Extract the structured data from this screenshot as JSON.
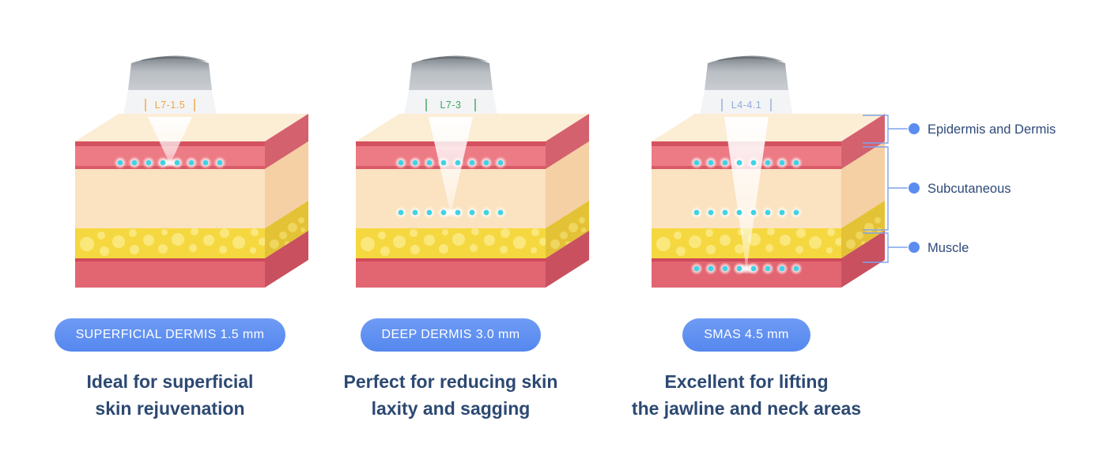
{
  "panels": [
    {
      "cartridge_label": "L7-1.5",
      "cartridge_color": "#F2A43C",
      "badge_label": "SUPERFICIAL DERMIS 1.5 mm",
      "caption_line1": "Ideal for superficial",
      "caption_line2": "skin rejuvenation",
      "focal_rows": 1,
      "focus_depth_mm": "1.5"
    },
    {
      "cartridge_label": "L7-3",
      "cartridge_color": "#3FA45C",
      "badge_label": "DEEP DERMIS 3.0 mm",
      "caption_line1": "Perfect for reducing skin",
      "caption_line2": "laxity and sagging",
      "focal_rows": 2,
      "focus_depth_mm": "3.0"
    },
    {
      "cartridge_label": "L4-4.1",
      "cartridge_color": "#93A9D6",
      "badge_label": "SMAS 4.5 mm",
      "caption_line1": "Excellent for lifting",
      "caption_line2": "the jawline and neck areas",
      "focal_rows": 3,
      "focus_depth_mm": "4.5"
    }
  ],
  "legend": {
    "items": [
      {
        "label": "Epidermis and Dermis"
      },
      {
        "label": "Subcutaneous"
      },
      {
        "label": "Muscle"
      }
    ]
  },
  "icons": {
    "transducer-icon": "grey ultrasound handpiece",
    "focal-dot-icon": "glowing cyan focal point",
    "legend-bullet-icon": "solid blue circle",
    "ultrasound-beam-icon": "white converging cone"
  },
  "colors": {
    "badge_bg": "#5B8DF0",
    "badge_text": "#FFFFFF",
    "caption_text": "#2C4972",
    "legend_text": "#2E4A7A",
    "legend_accent": "#5B8DF0",
    "focal_dot": "#3ED3E4",
    "layer_epidermis": "#ED7B86",
    "layer_subcutaneous": "#FBE2C0",
    "layer_fat": "#F5D840",
    "layer_muscle": "#E26672"
  }
}
